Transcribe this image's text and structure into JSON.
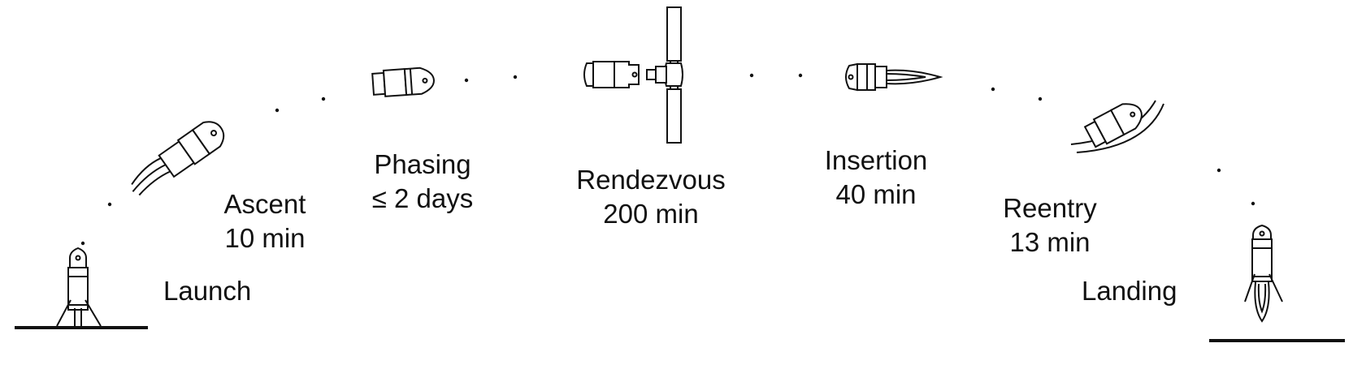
{
  "phases": [
    {
      "id": "launch",
      "name": "Launch",
      "duration": ""
    },
    {
      "id": "ascent",
      "name": "Ascent",
      "duration": "10 min"
    },
    {
      "id": "phasing",
      "name": "Phasing",
      "duration": "≤ 2 days"
    },
    {
      "id": "rendezvous",
      "name": "Rendezvous",
      "duration": "200 min"
    },
    {
      "id": "insertion",
      "name": "Insertion",
      "duration": "40 min"
    },
    {
      "id": "reentry",
      "name": "Reentry",
      "duration": "13 min"
    },
    {
      "id": "landing",
      "name": "Landing",
      "duration": ""
    }
  ],
  "colors": {
    "ink": "#111111",
    "background": "#ffffff"
  },
  "icons": [
    "lander-on-pad-icon",
    "ascending-capsule-icon",
    "phasing-capsule-icon",
    "docked-station-icon",
    "insertion-capsule-icon",
    "reentry-capsule-icon",
    "landing-lander-icon"
  ]
}
